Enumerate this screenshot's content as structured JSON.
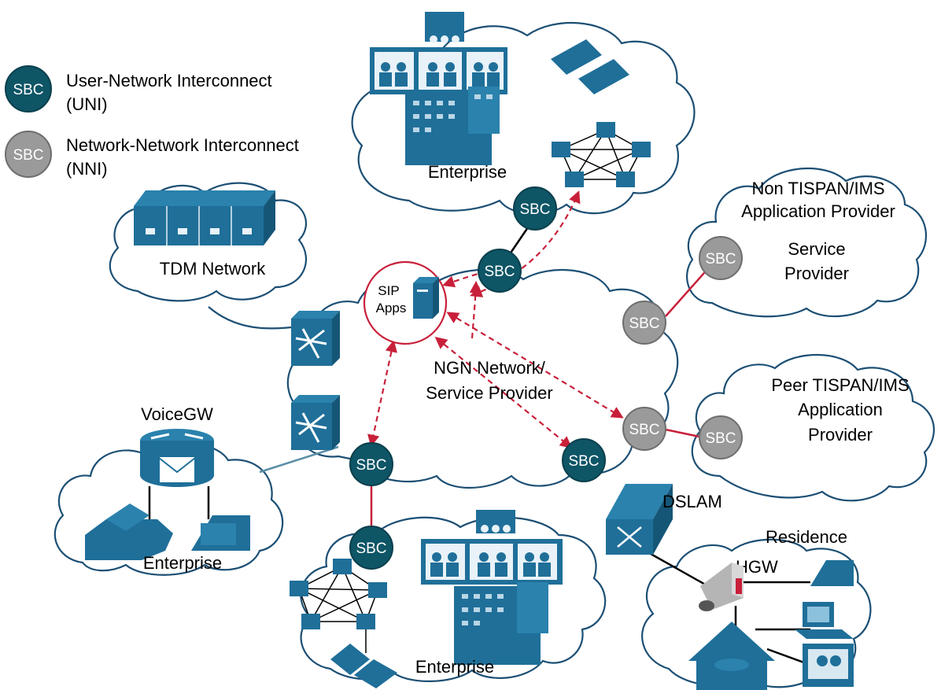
{
  "legend": {
    "uni_symbol": "SBC",
    "uni_line1": "User-Network Interconnect",
    "uni_line2": "(UNI)",
    "nni_symbol": "SBC",
    "nni_line1": "Network-Network Interconnect",
    "nni_line2": "(NNI)",
    "uni_color": "#0e5566",
    "nni_color": "#9a9a9a"
  },
  "clouds": {
    "enterprise_top": "Enterprise",
    "tdm": "TDM Network",
    "non_tispan_line1": "Non TISPAN/IMS",
    "non_tispan_line2": "Application Provider",
    "service_provider_line1": "Service",
    "service_provider_line2": "Provider",
    "ngn_line1": "NGN Network/",
    "ngn_line2": "Service Provider",
    "peer_line1": "Peer TISPAN/IMS",
    "peer_line2": "Application",
    "peer_line3": "Provider",
    "enterprise_left": "Enterprise",
    "enterprise_bottom": "Enterprise",
    "residence": "Residence"
  },
  "devices": {
    "sip_line1": "SIP",
    "sip_line2": "Apps",
    "voicegw": "VoiceGW",
    "dslam": "DSLAM",
    "hgw": "HGW"
  },
  "sbc_label": "SBC",
  "colors": {
    "link_red": "#c8203a",
    "link_black": "#000000",
    "cloud_stroke": "#1c4f74",
    "device_blue": "#1f6f99"
  }
}
